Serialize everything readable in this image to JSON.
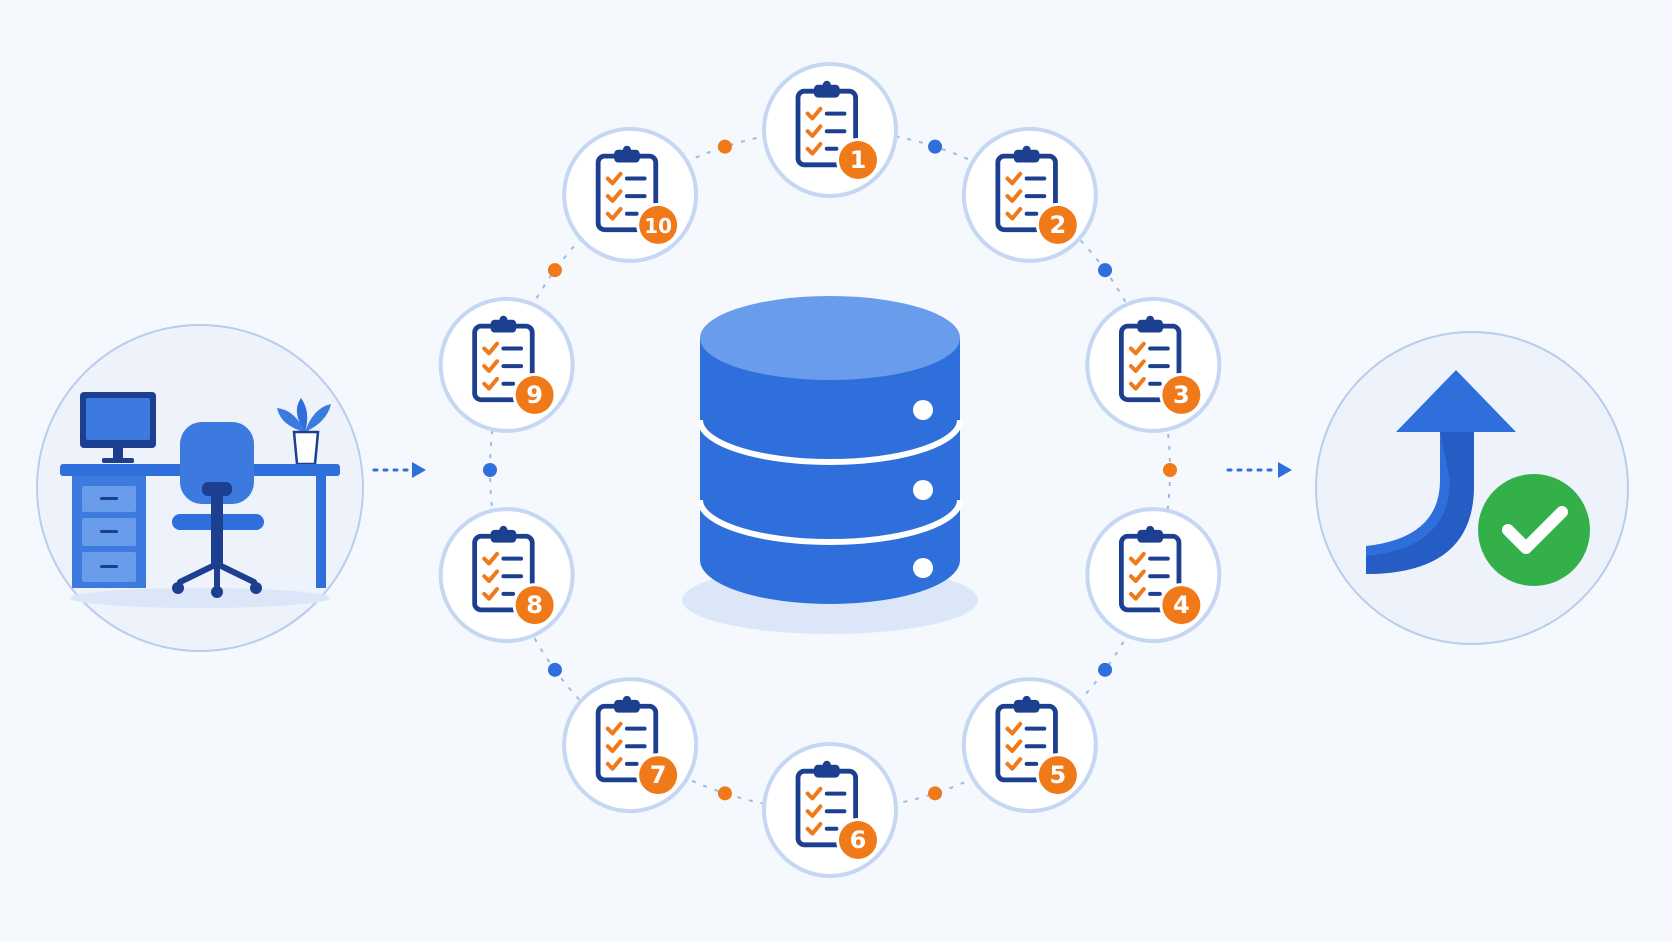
{
  "colors": {
    "background": "#f5f8fd",
    "primary_blue": "#2f6fdc",
    "dark_blue": "#1d3f8f",
    "light_blue": "#6a9cec",
    "accent_orange": "#f07a1a",
    "success_green": "#34b04a",
    "ring_border": "#c5d7f2",
    "dot_blue": "#2f6fdc",
    "dot_orange": "#f07a1a"
  },
  "icons": {
    "workspace": "desk-workspace-icon",
    "database": "database-icon",
    "checklist": "checklist-clipboard-icon",
    "result": "upward-arrow-icon",
    "success": "checkmark-icon"
  },
  "checklist_steps": [
    {
      "number": "1"
    },
    {
      "number": "2"
    },
    {
      "number": "3"
    },
    {
      "number": "4"
    },
    {
      "number": "5"
    },
    {
      "number": "6"
    },
    {
      "number": "7"
    },
    {
      "number": "8"
    },
    {
      "number": "9"
    },
    {
      "number": "10"
    }
  ]
}
